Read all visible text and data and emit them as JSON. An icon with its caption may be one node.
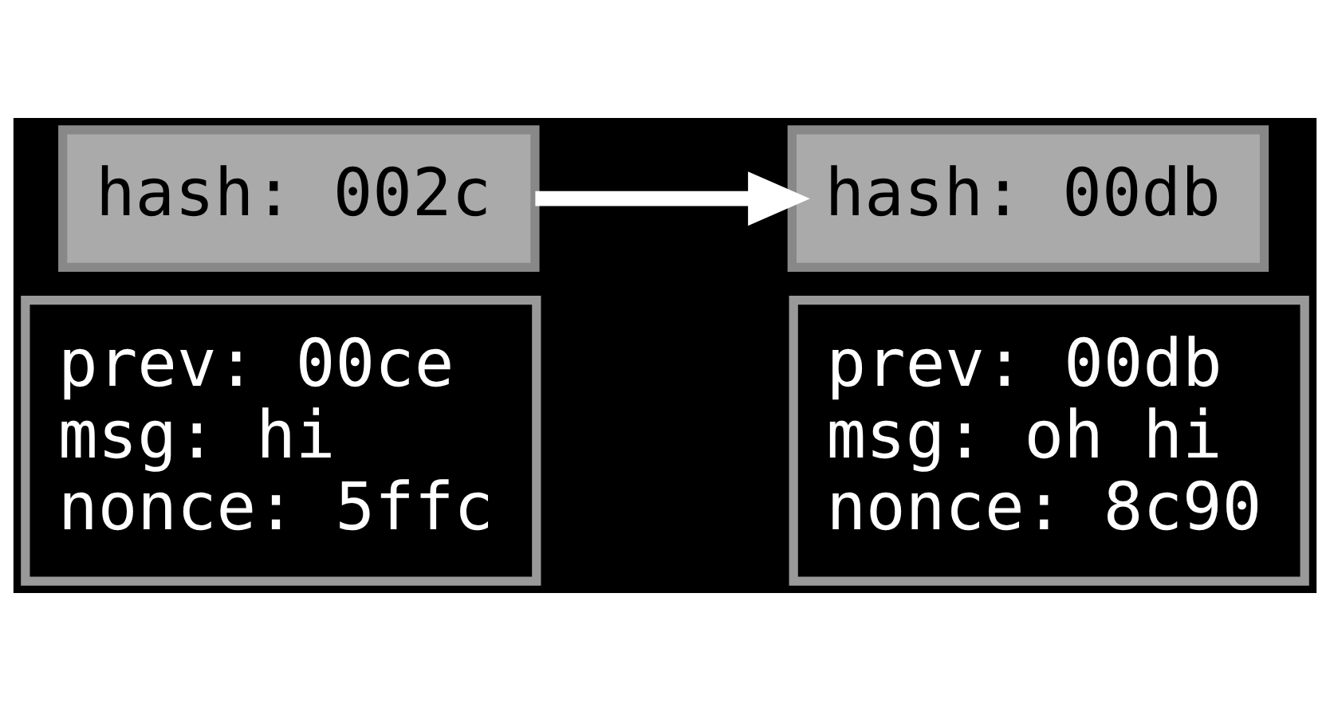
{
  "diagram": {
    "nodes": [
      {
        "text": [
          "hash: 00db"
        ]
      },
      {
        "text": [
          "hash: 002c"
        ]
      },
      {
        "text": [
          "prev: 00ce",
          "msg: hi",
          "nonce: 5ffc"
        ]
      },
      {
        "text": [
          "prev: 00db",
          "msg: oh hi",
          "nonce: 8c90"
        ]
      }
    ],
    "edges": [
      {
        "from": 1,
        "to": 0,
        "arrow": "to"
      }
    ]
  }
}
